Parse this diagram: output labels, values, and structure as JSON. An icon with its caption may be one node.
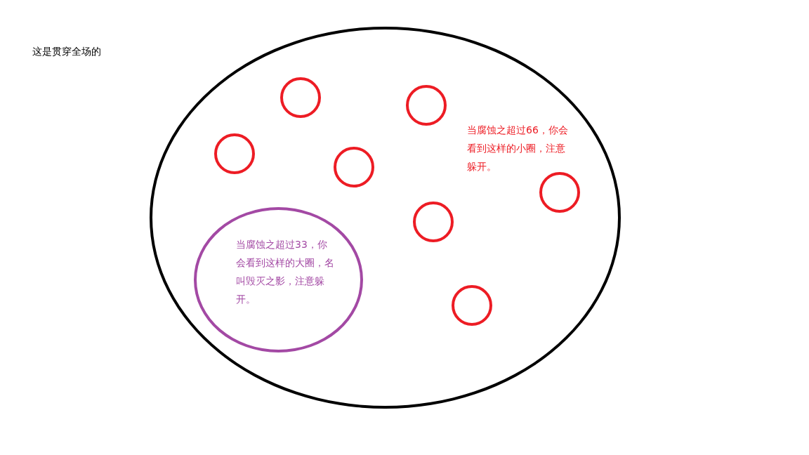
{
  "diagram": {
    "nodes": [
      {
        "text": [],
        "shape": "circle"
      },
      {
        "text": [],
        "shape": "circle",
        "in": 0
      },
      {
        "text": [],
        "shape": "circle",
        "in": 0
      },
      {
        "text": [],
        "shape": "circle",
        "in": 0
      },
      {
        "text": [],
        "shape": "circle",
        "in": 0
      },
      {
        "text": [],
        "shape": "circle",
        "in": 0
      },
      {
        "text": [],
        "shape": "circle",
        "in": 0
      },
      {
        "text": [],
        "shape": "circle",
        "in": 0
      },
      {
        "text": [
          "当腐蚀之超过33，你会看到这样的大圈，名叫毁灭之影，注意躲开。"
        ],
        "in": 0
      }
    ],
    "edges": [],
    "labels": [
      "这是贯穿全场的",
      "当腐蚀之超过66，你会看到这样的小圈，注意躲开。"
    ]
  }
}
